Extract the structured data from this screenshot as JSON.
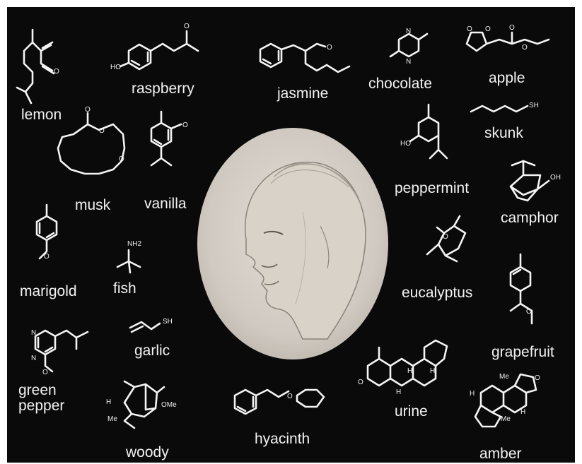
{
  "labels": {
    "lemon": "lemon",
    "raspberry": "raspberry",
    "jasmine": "jasmine",
    "chocolate": "chocolate",
    "apple": "apple",
    "skunk": "skunk",
    "musk": "musk",
    "vanilla": "vanilla",
    "peppermint": "peppermint",
    "camphor": "camphor",
    "marigold": "marigold",
    "fish": "fish",
    "eucalyptus": "eucalyptus",
    "garlic": "garlic",
    "grapefruit": "grapefruit",
    "green_pepper_1": "green",
    "green_pepper_2": "pepper",
    "woody": "woody",
    "hyacinth": "hyacinth",
    "urine": "urine",
    "amber": "amber"
  },
  "atoms": {
    "ho": "HO",
    "o": "O",
    "n": "N",
    "sh": "SH",
    "oh": "OH",
    "nh2": "NH2",
    "h": "H",
    "me": "Me",
    "ome": "OMe"
  }
}
